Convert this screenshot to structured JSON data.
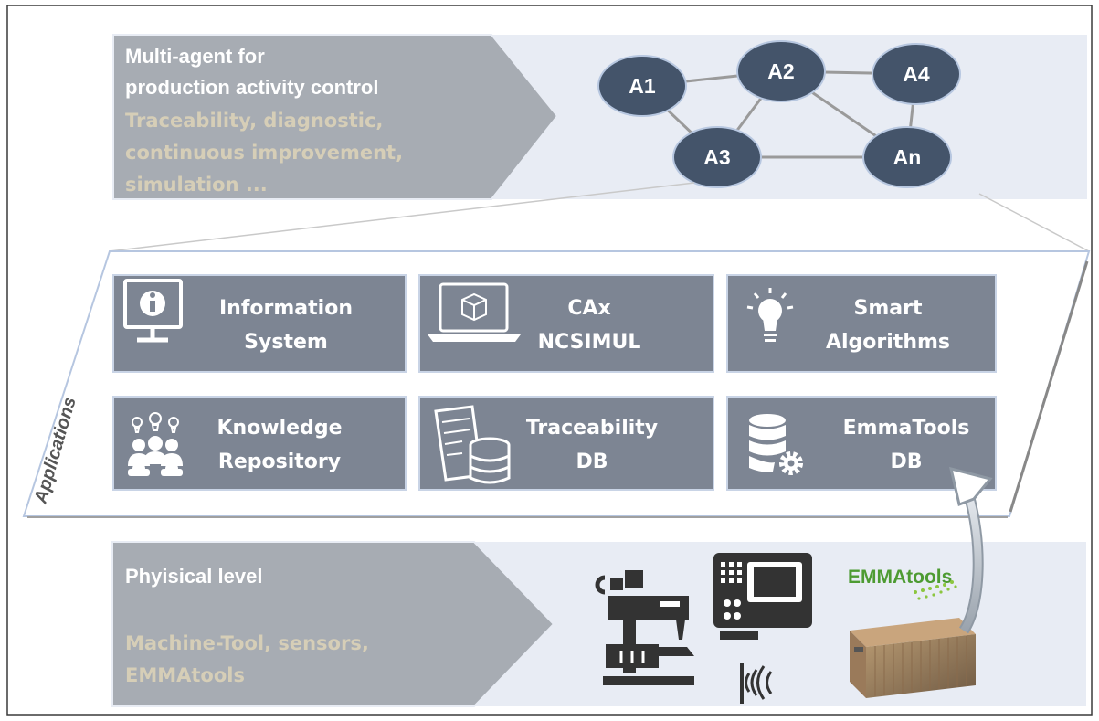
{
  "top_panel": {
    "title_lines": [
      "Multi-agent for",
      "production activity control"
    ],
    "subtitle_lines": [
      "Traceability, diagnostic,",
      "continuous improvement,",
      "simulation ..."
    ]
  },
  "agents": [
    "A1",
    "A2",
    "A4",
    "A3",
    "An"
  ],
  "applications": {
    "label": "Applications",
    "modules": [
      {
        "icon": "info-monitor-icon",
        "lines": [
          "Information",
          "System"
        ]
      },
      {
        "icon": "laptop-cad-icon",
        "lines": [
          "CAx",
          "NCSIMUL"
        ]
      },
      {
        "icon": "lightbulb-icon",
        "lines": [
          "Smart",
          "Algorithms"
        ]
      },
      {
        "icon": "people-ideas-icon",
        "lines": [
          "Knowledge",
          "Repository"
        ]
      },
      {
        "icon": "document-database-icon",
        "lines": [
          "Traceability",
          "DB"
        ]
      },
      {
        "icon": "database-gear-icon",
        "lines": [
          "EmmaTools",
          "DB"
        ]
      }
    ]
  },
  "physical": {
    "title": "Phyisical level",
    "subtitle_lines": [
      "Machine-Tool, sensors,",
      "EMMAtools"
    ],
    "logo_text": "EMMAtools"
  },
  "colors": {
    "panel": "#e8ecf4",
    "arrow": "#a7acb3",
    "module": "#7d8593",
    "module_border": "#c9d4e6",
    "agent": "#44546a",
    "sub_text": "#d6ceb7"
  }
}
